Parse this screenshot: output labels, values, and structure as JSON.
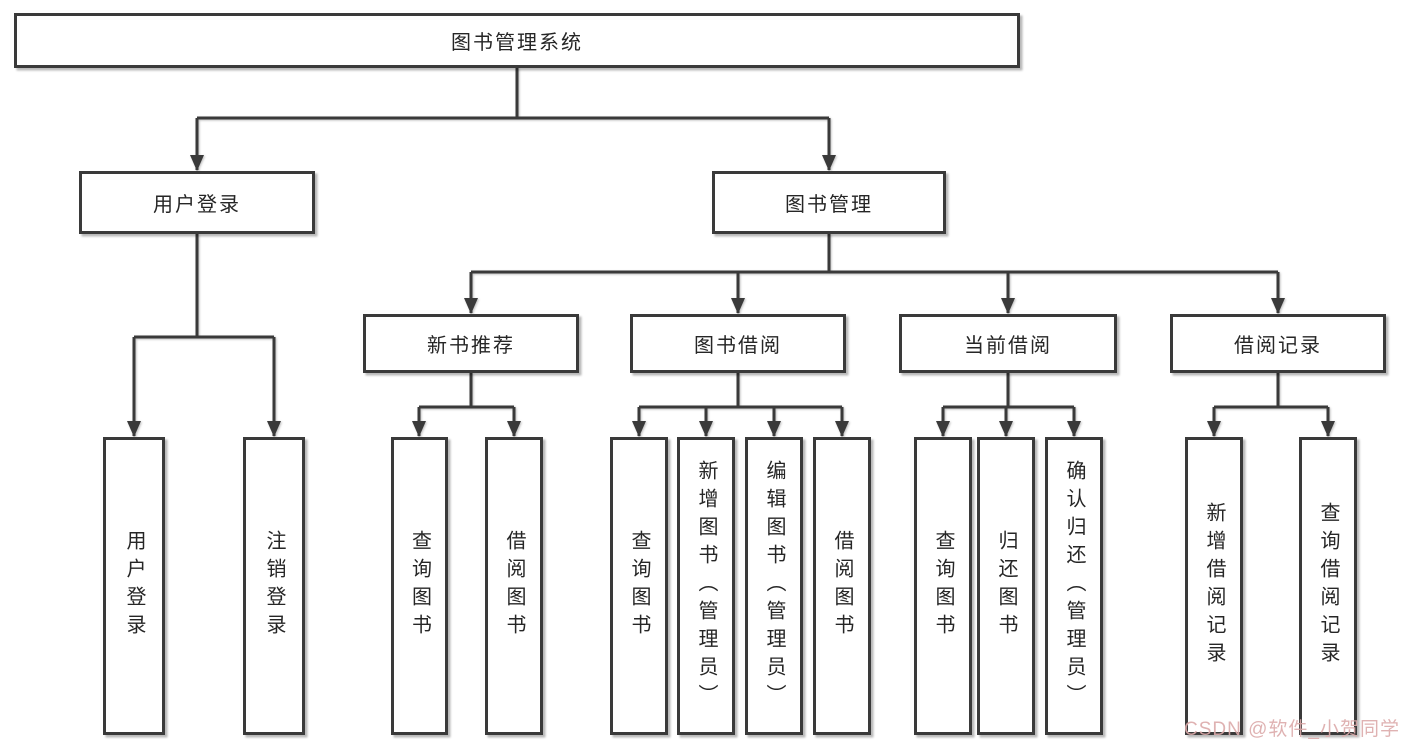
{
  "diagram": {
    "type": "org-tree",
    "title": "图书管理系统",
    "branches": [
      {
        "label": "用户登录",
        "children": [
          {
            "label": "用户登录"
          },
          {
            "label": "注销登录"
          }
        ]
      },
      {
        "label": "图书管理",
        "children": [
          {
            "label": "新书推荐",
            "children": [
              {
                "label": "查询图书"
              },
              {
                "label": "借阅图书"
              }
            ]
          },
          {
            "label": "图书借阅",
            "children": [
              {
                "label": "查询图书"
              },
              {
                "label": "新增图书（管理员）"
              },
              {
                "label": "编辑图书（管理员）"
              },
              {
                "label": "借阅图书"
              }
            ]
          },
          {
            "label": "当前借阅",
            "children": [
              {
                "label": "查询图书"
              },
              {
                "label": "归还图书"
              },
              {
                "label": "确认归还（管理员）"
              }
            ]
          },
          {
            "label": "借阅记录",
            "children": [
              {
                "label": "新增借阅记录"
              },
              {
                "label": "查询借阅记录"
              }
            ]
          }
        ]
      }
    ]
  },
  "watermark": {
    "text": "CSDN @软件_小贺同学"
  },
  "colors": {
    "line": "#3a3a3a",
    "box-border": "#3a3a3a",
    "box-bg": "#ffffff",
    "text": "#262626",
    "watermark": "#dcaaaa",
    "page-bg": "#ffffff"
  }
}
